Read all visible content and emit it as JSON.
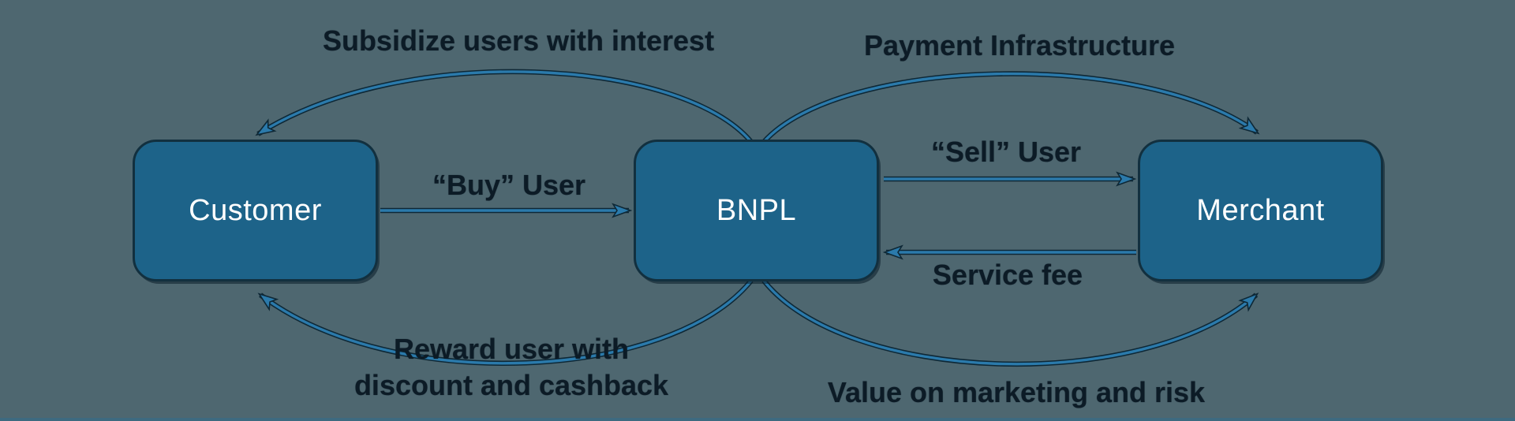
{
  "diagram": {
    "title": "BNPL three-sided flow diagram",
    "nodes": [
      {
        "id": "customer",
        "label": "Customer"
      },
      {
        "id": "bnpl",
        "label": "BNPL"
      },
      {
        "id": "merchant",
        "label": "Merchant"
      }
    ],
    "edges": [
      {
        "from": "bnpl",
        "to": "customer",
        "position": "top-left-curve",
        "label": "Subsidize users with interest"
      },
      {
        "from": "bnpl",
        "to": "merchant",
        "position": "top-right-curve",
        "label": "Payment Infrastructure"
      },
      {
        "from": "customer",
        "to": "bnpl",
        "position": "middle-left-straight",
        "label": "“Buy”  User"
      },
      {
        "from": "bnpl",
        "to": "merchant",
        "position": "middle-right-upper-straight",
        "label": "“Sell”  User"
      },
      {
        "from": "merchant",
        "to": "bnpl",
        "position": "middle-right-lower-straight",
        "label": "Service fee"
      },
      {
        "from": "bnpl",
        "to": "customer",
        "position": "bottom-left-curve",
        "label": "Reward user with\ndiscount and cashback"
      },
      {
        "from": "bnpl",
        "to": "merchant",
        "position": "bottom-right-curve",
        "label": "Value on marketing and risk"
      }
    ]
  },
  "colors": {
    "background": "#4e6770",
    "node_fill": "#1d6389",
    "node_border": "#12303f",
    "node_text": "#ffffff",
    "arrow_stroke": "#2b7aab",
    "arrow_outline": "#0e2836",
    "label_text": "#0c1b26",
    "bottom_bar": "#3d6a80"
  }
}
